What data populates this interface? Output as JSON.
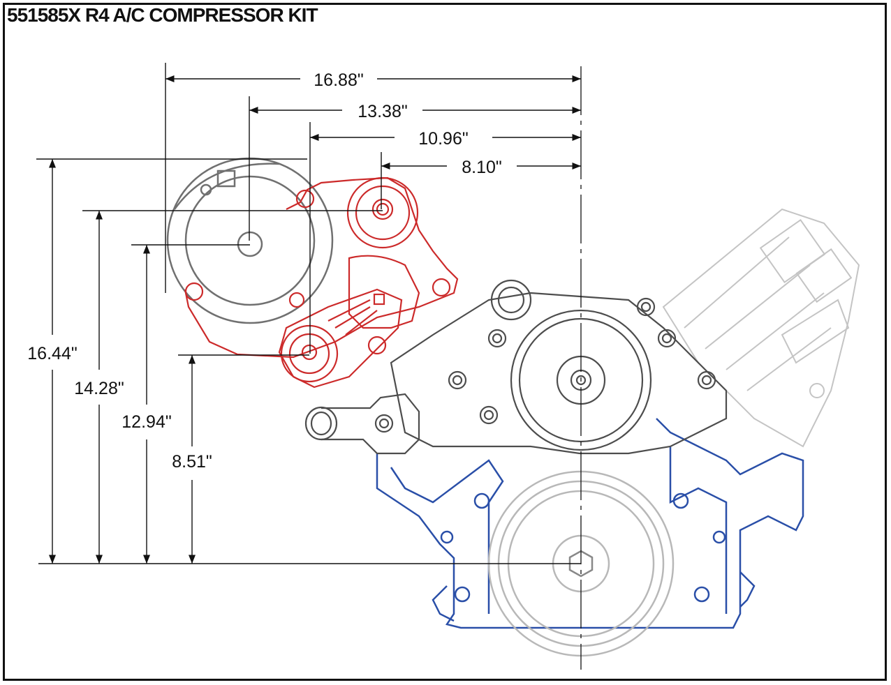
{
  "title": "551585X R4 A/C COMPRESSOR KIT",
  "colors": {
    "bracket": "#cc2a2a",
    "engine_block": "#2a4fa8",
    "engine_parts": "#555555",
    "dimension_lines": "#111111",
    "faded_parts": "#bdbdbd"
  },
  "dimensions": {
    "horizontal": [
      "16.88\"",
      "13.38\"",
      "10.96\"",
      "8.10\""
    ],
    "vertical": [
      "16.44\"",
      "14.28\"",
      "12.94\"",
      "8.51\""
    ]
  }
}
